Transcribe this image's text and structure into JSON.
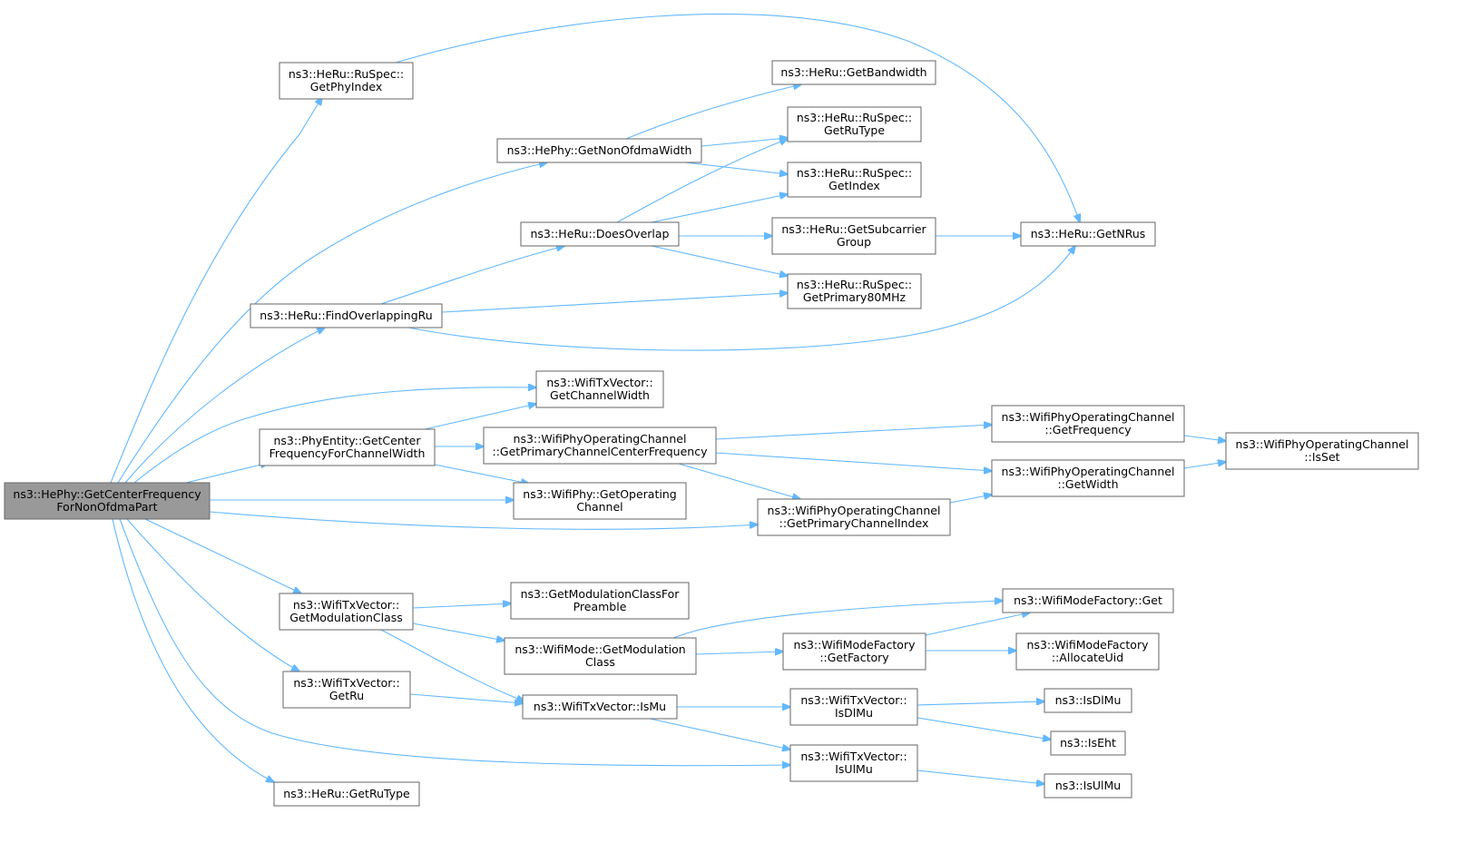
{
  "diagram": {
    "type": "call-graph",
    "colors": {
      "edge": "#63b8ff",
      "root_fill": "#999999",
      "node_fill": "#ffffff",
      "node_border": "#666666"
    },
    "nodes": [
      {
        "id": "root",
        "lines": [
          "ns3::HePhy::GetCenterFrequency",
          "ForNonOfdmaPart"
        ],
        "root": true
      },
      {
        "id": "getPhyIndex",
        "lines": [
          "ns3::HeRu::RuSpec::",
          "GetPhyIndex"
        ]
      },
      {
        "id": "getNonOfdmaWidth",
        "lines": [
          "ns3::HePhy::GetNonOfdmaWidth"
        ]
      },
      {
        "id": "findOverlappingRu",
        "lines": [
          "ns3::HeRu::FindOverlappingRu"
        ]
      },
      {
        "id": "doesOverlap",
        "lines": [
          "ns3::HeRu::DoesOverlap"
        ]
      },
      {
        "id": "getBandwidth",
        "lines": [
          "ns3::HeRu::GetBandwidth"
        ]
      },
      {
        "id": "ruSpecGetRuType",
        "lines": [
          "ns3::HeRu::RuSpec::",
          "GetRuType"
        ]
      },
      {
        "id": "ruSpecGetIndex",
        "lines": [
          "ns3::HeRu::RuSpec::",
          "GetIndex"
        ]
      },
      {
        "id": "getSubcarrierGroup",
        "lines": [
          "ns3::HeRu::GetSubcarrier",
          "Group"
        ]
      },
      {
        "id": "getPrimary80",
        "lines": [
          "ns3::HeRu::RuSpec::",
          "GetPrimary80MHz"
        ]
      },
      {
        "id": "getNRus",
        "lines": [
          "ns3::HeRu::GetNRus"
        ]
      },
      {
        "id": "getChannelWidth",
        "lines": [
          "ns3::WifiTxVector::",
          "GetChannelWidth"
        ]
      },
      {
        "id": "phyEntityGetCenter",
        "lines": [
          "ns3::PhyEntity::GetCenter",
          "FrequencyForChannelWidth"
        ]
      },
      {
        "id": "getPrimaryChannelCenter",
        "lines": [
          "ns3::WifiPhyOperatingChannel",
          "::GetPrimaryChannelCenterFrequency"
        ]
      },
      {
        "id": "getFrequency",
        "lines": [
          "ns3::WifiPhyOperatingChannel",
          "::GetFrequency"
        ]
      },
      {
        "id": "isSet",
        "lines": [
          "ns3::WifiPhyOperatingChannel",
          "::IsSet"
        ]
      },
      {
        "id": "getWidth",
        "lines": [
          "ns3::WifiPhyOperatingChannel",
          "::GetWidth"
        ]
      },
      {
        "id": "getOperatingChannel",
        "lines": [
          "ns3::WifiPhy::GetOperating",
          "Channel"
        ]
      },
      {
        "id": "getPrimaryChannelIndex",
        "lines": [
          "ns3::WifiPhyOperatingChannel",
          "::GetPrimaryChannelIndex"
        ]
      },
      {
        "id": "txGetModulationClass",
        "lines": [
          "ns3::WifiTxVector::",
          "GetModulationClass"
        ]
      },
      {
        "id": "getModClassForPreamble",
        "lines": [
          "ns3::GetModulationClassFor",
          "Preamble"
        ]
      },
      {
        "id": "modeGetModulationClass",
        "lines": [
          "ns3::WifiMode::GetModulation",
          "Class"
        ]
      },
      {
        "id": "factoryGet",
        "lines": [
          "ns3::WifiModeFactory::Get"
        ]
      },
      {
        "id": "getFactory",
        "lines": [
          "ns3::WifiModeFactory",
          "::GetFactory"
        ]
      },
      {
        "id": "allocateUid",
        "lines": [
          "ns3::WifiModeFactory",
          "::AllocateUid"
        ]
      },
      {
        "id": "txGetRu",
        "lines": [
          "ns3::WifiTxVector::",
          "GetRu"
        ]
      },
      {
        "id": "isMu",
        "lines": [
          "ns3::WifiTxVector::IsMu"
        ]
      },
      {
        "id": "txIsDlMu",
        "lines": [
          "ns3::WifiTxVector::",
          "IsDlMu"
        ]
      },
      {
        "id": "isDlMu",
        "lines": [
          "ns3::IsDlMu"
        ]
      },
      {
        "id": "isEht",
        "lines": [
          "ns3::IsEht"
        ]
      },
      {
        "id": "txIsUlMu",
        "lines": [
          "ns3::WifiTxVector::",
          "IsUlMu"
        ]
      },
      {
        "id": "isUlMu",
        "lines": [
          "ns3::IsUlMu"
        ]
      },
      {
        "id": "heRuGetRuType",
        "lines": [
          "ns3::HeRu::GetRuType"
        ]
      }
    ],
    "edges": [
      [
        "root",
        "getPhyIndex"
      ],
      [
        "root",
        "getNonOfdmaWidth"
      ],
      [
        "root",
        "findOverlappingRu"
      ],
      [
        "root",
        "getChannelWidth"
      ],
      [
        "root",
        "phyEntityGetCenter"
      ],
      [
        "root",
        "getOperatingChannel"
      ],
      [
        "root",
        "getPrimaryChannelIndex"
      ],
      [
        "root",
        "txGetModulationClass"
      ],
      [
        "root",
        "txGetRu"
      ],
      [
        "root",
        "txIsUlMu"
      ],
      [
        "root",
        "heRuGetRuType"
      ],
      [
        "getPhyIndex",
        "getNRus"
      ],
      [
        "getNonOfdmaWidth",
        "getBandwidth"
      ],
      [
        "getNonOfdmaWidth",
        "ruSpecGetRuType"
      ],
      [
        "getNonOfdmaWidth",
        "ruSpecGetIndex"
      ],
      [
        "findOverlappingRu",
        "doesOverlap"
      ],
      [
        "findOverlappingRu",
        "getPrimary80"
      ],
      [
        "findOverlappingRu",
        "getNRus"
      ],
      [
        "doesOverlap",
        "ruSpecGetRuType"
      ],
      [
        "doesOverlap",
        "ruSpecGetIndex"
      ],
      [
        "doesOverlap",
        "getSubcarrierGroup"
      ],
      [
        "doesOverlap",
        "getPrimary80"
      ],
      [
        "getSubcarrierGroup",
        "getNRus"
      ],
      [
        "phyEntityGetCenter",
        "getChannelWidth"
      ],
      [
        "phyEntityGetCenter",
        "getPrimaryChannelCenter"
      ],
      [
        "phyEntityGetCenter",
        "getOperatingChannel"
      ],
      [
        "getPrimaryChannelCenter",
        "getFrequency"
      ],
      [
        "getPrimaryChannelCenter",
        "getWidth"
      ],
      [
        "getPrimaryChannelCenter",
        "getPrimaryChannelIndex"
      ],
      [
        "getFrequency",
        "isSet"
      ],
      [
        "getWidth",
        "isSet"
      ],
      [
        "getPrimaryChannelIndex",
        "getWidth"
      ],
      [
        "txGetModulationClass",
        "getModClassForPreamble"
      ],
      [
        "txGetModulationClass",
        "modeGetModulationClass"
      ],
      [
        "txGetModulationClass",
        "isMu"
      ],
      [
        "modeGetModulationClass",
        "factoryGet"
      ],
      [
        "modeGetModulationClass",
        "getFactory"
      ],
      [
        "getFactory",
        "factoryGet"
      ],
      [
        "getFactory",
        "allocateUid"
      ],
      [
        "txGetRu",
        "isMu"
      ],
      [
        "isMu",
        "txIsDlMu"
      ],
      [
        "isMu",
        "txIsUlMu"
      ],
      [
        "txIsDlMu",
        "isDlMu"
      ],
      [
        "txIsDlMu",
        "isEht"
      ],
      [
        "txIsUlMu",
        "isUlMu"
      ]
    ]
  }
}
